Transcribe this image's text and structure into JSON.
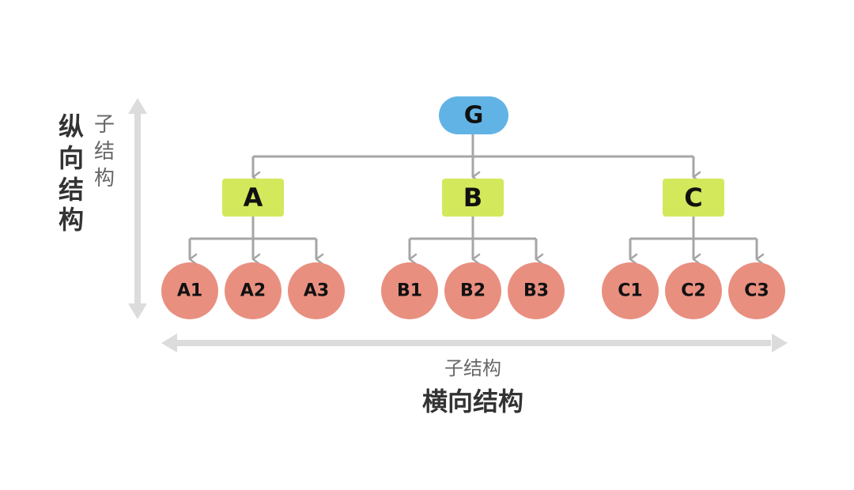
{
  "colors": {
    "root_fill": "#62b3e5",
    "mid_fill": "#d4e85c",
    "leaf_fill": "#e98f80",
    "connector": "#a6a6a6",
    "axis_arrow": "#dcdcdc"
  },
  "tree": {
    "root": {
      "label": "G"
    },
    "children": [
      {
        "label": "A",
        "leaves": [
          {
            "label": "A1"
          },
          {
            "label": "A2"
          },
          {
            "label": "A3"
          }
        ]
      },
      {
        "label": "B",
        "leaves": [
          {
            "label": "B1"
          },
          {
            "label": "B2"
          },
          {
            "label": "B3"
          }
        ]
      },
      {
        "label": "C",
        "leaves": [
          {
            "label": "C1"
          },
          {
            "label": "C2"
          },
          {
            "label": "C3"
          }
        ]
      }
    ]
  },
  "vertical_axis": {
    "title_chars": [
      "纵",
      "向",
      "结",
      "构"
    ],
    "subtitle_chars": [
      "子",
      "结",
      "构"
    ]
  },
  "horizontal_axis": {
    "subtitle": "子结构",
    "title": "横向结构"
  }
}
